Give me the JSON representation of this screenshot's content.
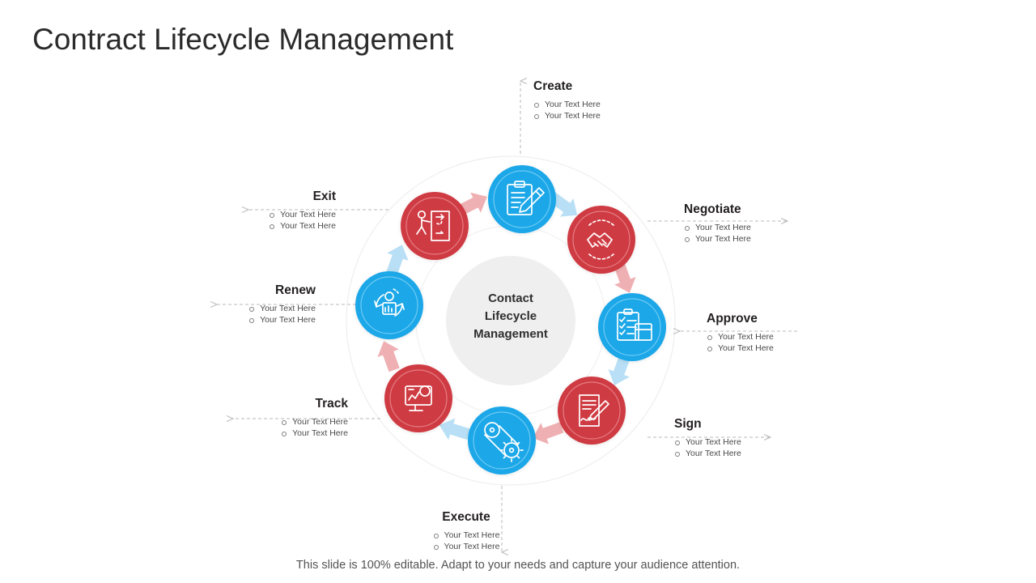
{
  "slide": {
    "title": "Contract Lifecycle Management",
    "footer": "This slide is 100% editable. Adapt to your needs and capture your audience attention."
  },
  "center": {
    "line1": "Contact",
    "line2": "Lifecycle",
    "line3": "Management"
  },
  "colors": {
    "blue": "#1aa7e8",
    "blue_dark": "#1495d2",
    "red": "#cf3a43",
    "red_dark": "#bb3039",
    "arrow_pink": "#efb0b3",
    "arrow_blue": "#b8dff5",
    "ring": "#ffffff",
    "ring_edge": "#eaeaea",
    "hub": "#efefef",
    "text_dark": "#231f20",
    "text_body": "#4a4a4a",
    "connector": "#b9b9b9"
  },
  "steps": [
    {
      "key": "create",
      "label": "Create",
      "icon": "clipboard-pencil-icon",
      "circle_color": "blue",
      "bullets": [
        "Your Text Here",
        "Your Text Here"
      ]
    },
    {
      "key": "negotiate",
      "label": "Negotiate",
      "icon": "handshake-icon",
      "circle_color": "red",
      "bullets": [
        "Your Text Here",
        "Your Text Here"
      ]
    },
    {
      "key": "approve",
      "label": "Approve",
      "icon": "checklist-clipboard-icon",
      "circle_color": "blue",
      "bullets": [
        "Your Text Here",
        "Your Text Here"
      ]
    },
    {
      "key": "sign",
      "label": "Sign",
      "icon": "signed-document-pen-icon",
      "circle_color": "red",
      "bullets": [
        "Your Text Here",
        "Your Text Here"
      ]
    },
    {
      "key": "execute",
      "label": "Execute",
      "icon": "gears-pulley-icon",
      "circle_color": "blue",
      "bullets": [
        "Your Text Here",
        "Your Text Here"
      ]
    },
    {
      "key": "track",
      "label": "Track",
      "icon": "monitor-analytics-icon",
      "circle_color": "red",
      "bullets": [
        "Your Text Here",
        "Your Text Here"
      ]
    },
    {
      "key": "renew",
      "label": "Renew",
      "icon": "refresh-arrows-icon",
      "circle_color": "blue",
      "bullets": [
        "Your Text Here",
        "Your Text Here"
      ]
    },
    {
      "key": "exit",
      "label": "Exit",
      "icon": "person-exit-door-icon",
      "circle_color": "red",
      "bullets": [
        "Your Text Here",
        "Your Text Here"
      ]
    }
  ]
}
